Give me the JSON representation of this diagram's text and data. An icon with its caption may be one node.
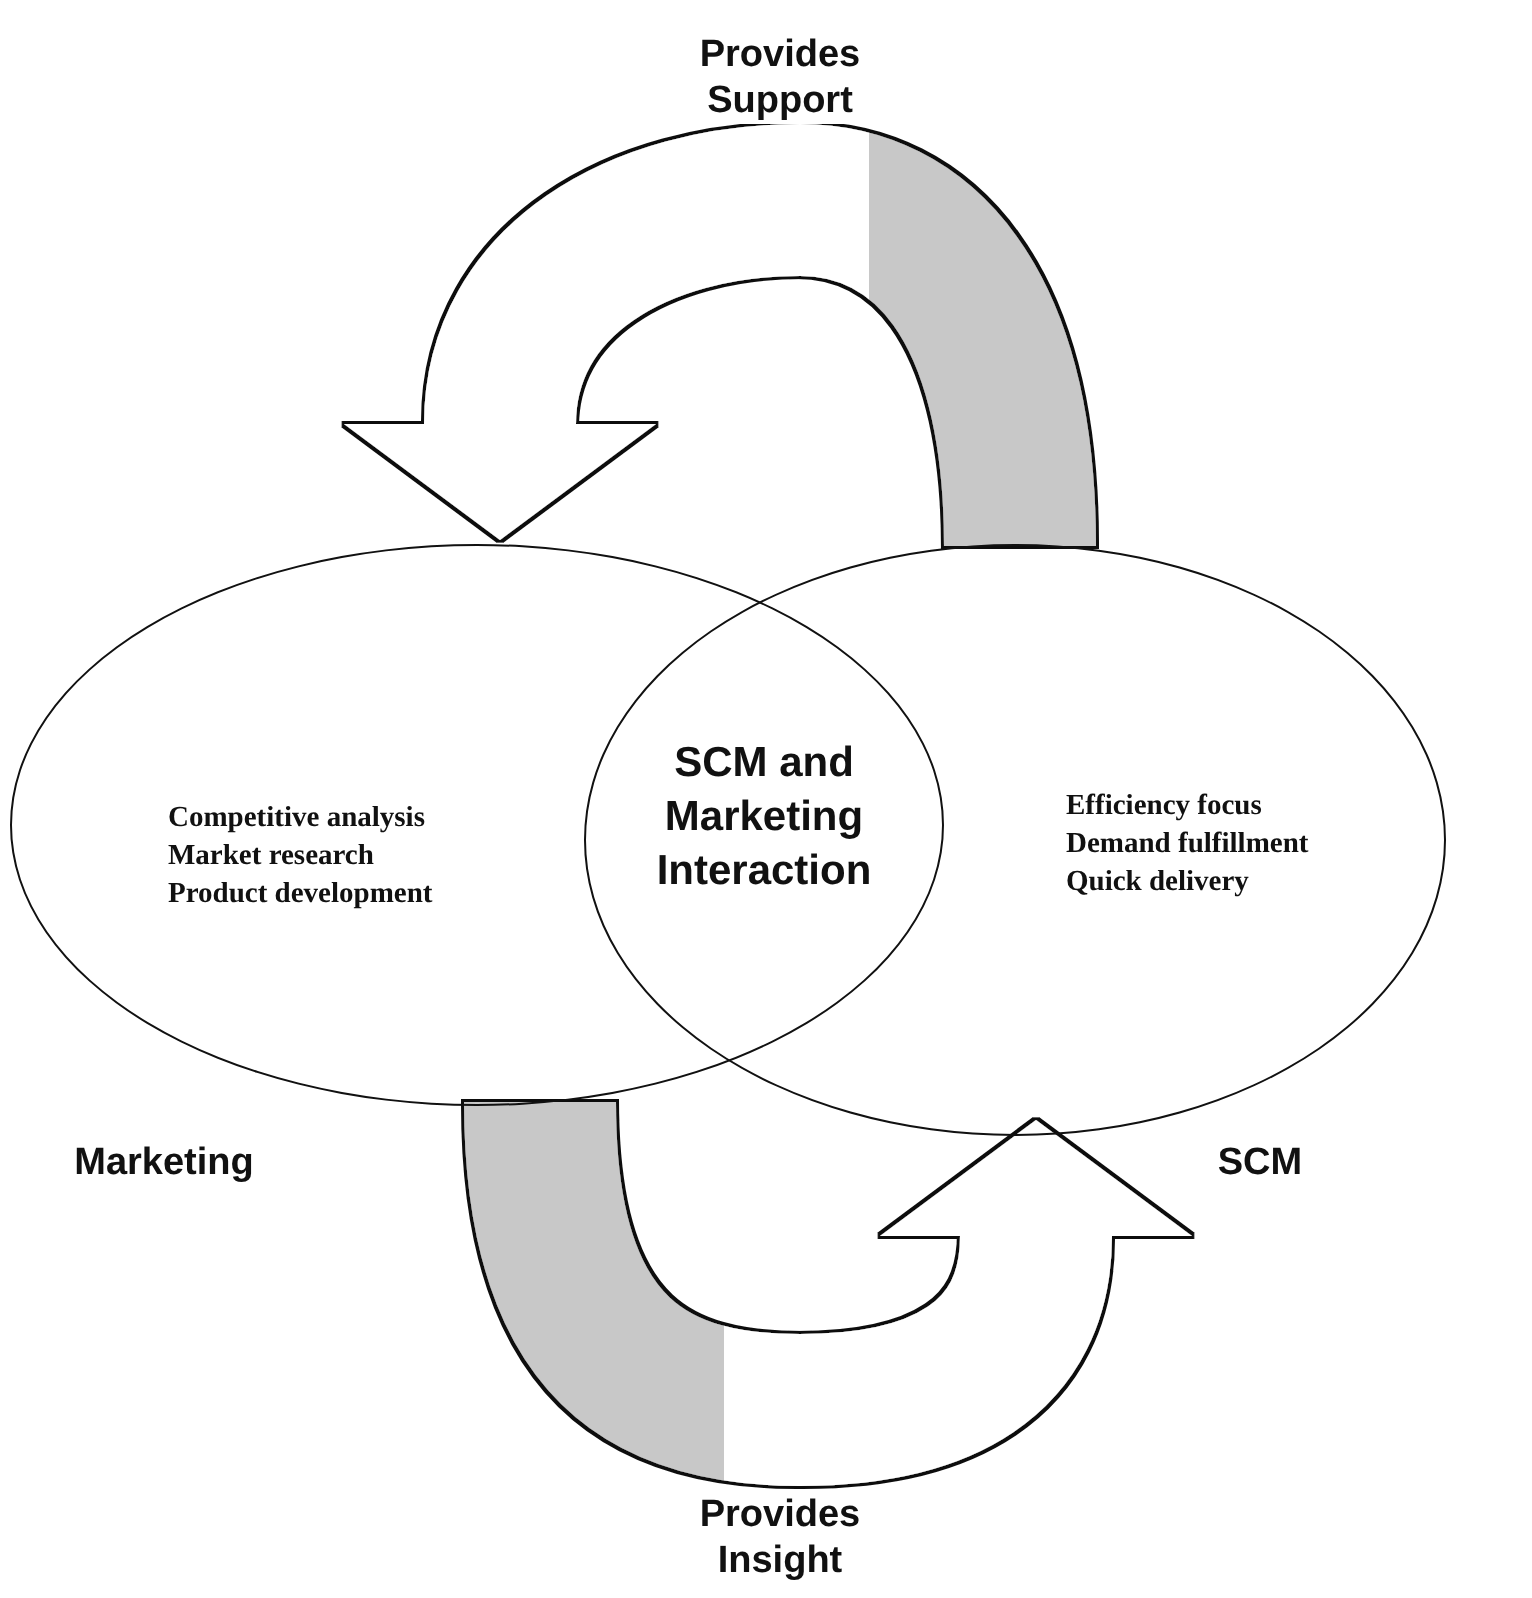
{
  "diagram": {
    "nodes": [
      {
        "text": [
          "Competitive analysis",
          "Market research",
          "Product development"
        ],
        "beside": [
          "Marketing"
        ]
      },
      {
        "text": [
          "Efficiency focus",
          "Demand fulfillment",
          "Quick delivery"
        ],
        "beside": [
          "SCM"
        ]
      },
      {
        "text": [
          "SCM and Marketing Interaction"
        ]
      }
    ],
    "edges": [
      {
        "from": 1,
        "to": 0,
        "arrow": "to",
        "label": "Provides Support"
      },
      {
        "from": 0,
        "to": 1,
        "arrow": "to",
        "label": "Provides Insight"
      }
    ]
  }
}
